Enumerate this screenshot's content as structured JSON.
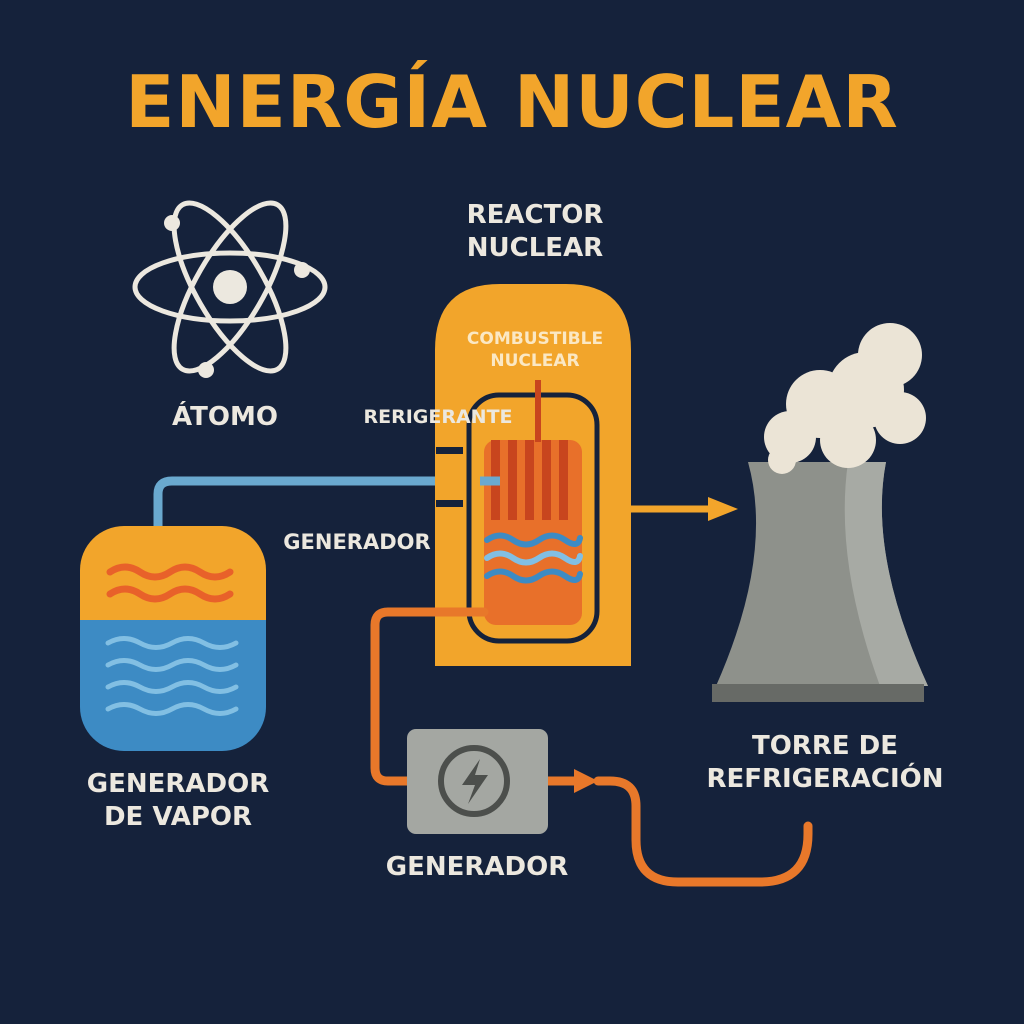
{
  "title": "ENERGÍA NUCLEAR",
  "labels": {
    "atom": "ÁTOMO",
    "reactor_line1": "REACTOR",
    "reactor_line2": "NUCLEAR",
    "fuel_line1": "COMBUSTIBLE",
    "fuel_line2": "NUCLEAR",
    "coolant": "RERIGERANTE",
    "generator_mid": "GENERADOR",
    "steam_line1": "GENERADOR",
    "steam_line2": "DE VAPOR",
    "generator_bottom": "GENERADOR",
    "tower_line1": "TORRE DE",
    "tower_line2": "REFRIGERACIÓN"
  },
  "icons": {
    "atom": "atom-icon",
    "generator": "lightning-bolt-icon",
    "tower": "cooling-tower-icon",
    "steam": "steam-cloud-icon"
  },
  "colors": {
    "background": "#15223b",
    "title": "#f2a52b",
    "reactor": "#f2a52b",
    "core": "#e8702a",
    "fuel_rods": "#c8451e",
    "water": "#3d8bc4",
    "pipe_blue": "#6aa9cf",
    "pipe_orange": "#e8782a",
    "tower": "#8e918b",
    "steam": "#ebe4d6",
    "label": "#ece8df"
  }
}
